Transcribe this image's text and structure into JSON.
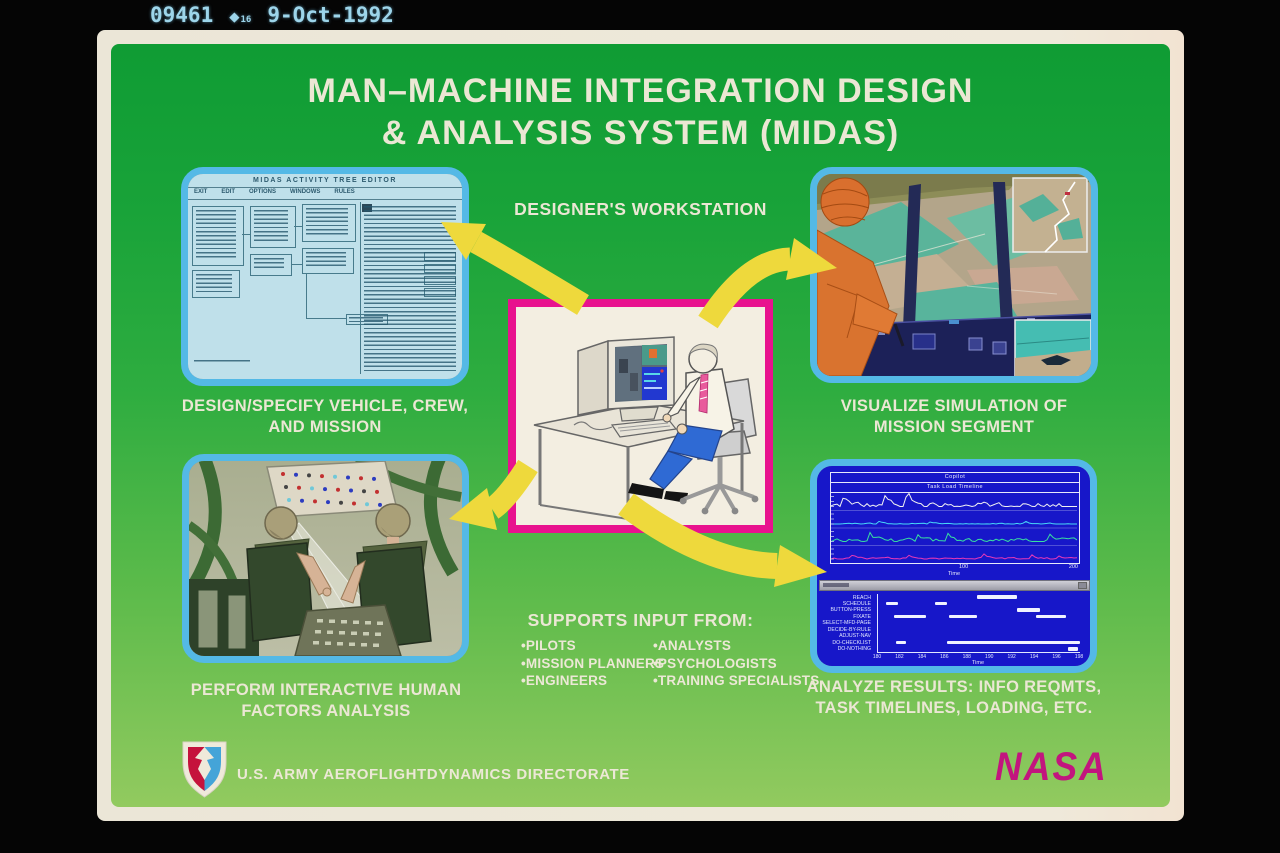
{
  "film_header": {
    "counter": "09461",
    "diamond_icon": "◆",
    "diamond_sub": "16",
    "date": "9-Oct-1992"
  },
  "title": {
    "line1": "MAN–MACHINE INTEGRATION DESIGN",
    "line2": "& ANALYSIS SYSTEM (MIDAS)"
  },
  "center": {
    "label": "DESIGNER'S WORKSTATION"
  },
  "panels": {
    "tree_editor": {
      "window_title": "MIDAS ACTIVITY TREE EDITOR",
      "menu_items": [
        "EXIT",
        "EDIT",
        "OPTIONS",
        "WINDOWS",
        "RULES"
      ],
      "caption_line1": "DESIGN/SPECIFY VEHICLE, CREW,",
      "caption_line2": "AND MISSION"
    },
    "visualization": {
      "caption_line1": "VISUALIZE SIMULATION OF",
      "caption_line2": "MISSION SEGMENT"
    },
    "human_factors": {
      "caption_line1": "PERFORM INTERACTIVE HUMAN",
      "caption_line2": "FACTORS ANALYSIS"
    },
    "analysis": {
      "caption_line1": "ANALYZE RESULTS: INFO REQMTS,",
      "caption_line2": "TASK TIMELINES, LOADING, ETC.",
      "chart_title1": "Copilot",
      "chart_title2": "Task Load Timeline",
      "top_xticks": [
        "100",
        "200"
      ],
      "top_xlabel": "Time",
      "trace_colors": [
        "#f2f2f2",
        "#48d8f8",
        "#38e0a0",
        "#e838b8"
      ],
      "gantt_rows": [
        {
          "label": "REACH",
          "bars": [
            [
              0.49,
              0.69
            ]
          ]
        },
        {
          "label": "SCHEDULE",
          "bars": [
            [
              0.04,
              0.1
            ],
            [
              0.28,
              0.34
            ]
          ]
        },
        {
          "label": "BUTTON-PRESS",
          "bars": [
            [
              0.69,
              0.8
            ]
          ]
        },
        {
          "label": "FIXATE",
          "bars": [
            [
              0.08,
              0.24
            ],
            [
              0.35,
              0.49
            ],
            [
              0.78,
              0.93
            ]
          ]
        },
        {
          "label": "SELECT-MFD-PAGE",
          "bars": []
        },
        {
          "label": "DECIDE-BY-RULE",
          "bars": []
        },
        {
          "label": "ADJUST-NAV",
          "bars": []
        },
        {
          "label": "DO-CHECKLIST",
          "bars": [
            [
              0.09,
              0.14
            ],
            [
              0.34,
              1.0
            ]
          ]
        },
        {
          "label": "DO-NOTHING",
          "bars": [
            [
              0.94,
              0.99
            ]
          ]
        }
      ],
      "gantt_ticks": [
        "180",
        "182",
        "184",
        "186",
        "188",
        "190",
        "192",
        "194",
        "196",
        "198"
      ],
      "gantt_xlabel": "Time"
    }
  },
  "supports": {
    "heading": "SUPPORTS INPUT FROM:",
    "bullet": "•",
    "col1": [
      "PILOTS",
      "MISSION PLANNERS",
      "ENGINEERS"
    ],
    "col2": [
      "ANALYSTS",
      "PSYCHOLOGISTS",
      "TRAINING SPECIALISTS"
    ]
  },
  "footer": {
    "army_text": "U.S. ARMY AEROFLIGHTDYNAMICS DIRECTORATE",
    "nasa_logo": "NASA"
  },
  "colors": {
    "green_top": "#0f9c34",
    "green_bottom": "#92ca5f",
    "cream": "#ebe7d4",
    "arrow_yellow": "#eed93c",
    "panel_border_cyan": "#54b9e6",
    "center_border_magenta": "#e8128e",
    "analysis_blue": "#1717c9",
    "editor_blue": "#bfe0ea",
    "nasa_magenta": "#c2157e",
    "film_text_blue": "#9dd5ea"
  }
}
